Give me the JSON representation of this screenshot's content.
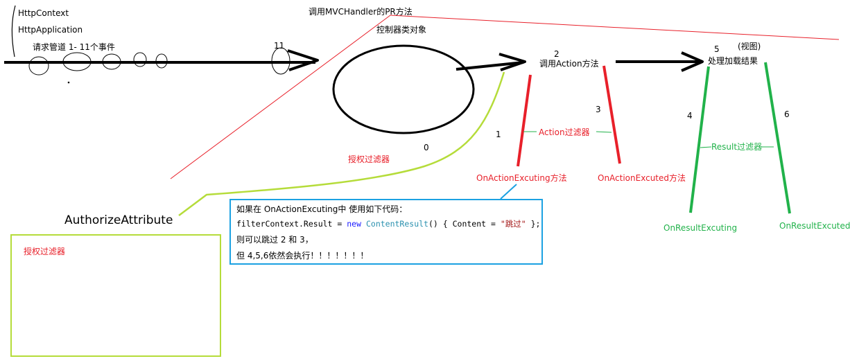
{
  "labels": {
    "http_context": "HttpContext",
    "http_application": "HttpApplication",
    "pipeline": "请求管道 1- 11个事件",
    "eleven": "11",
    "call_pr": "调用MVCHandler的PR方法",
    "controller_obj": "控制器类对象",
    "step2": "2",
    "call_action": "调用Action方法",
    "step5": "5",
    "view": "(视图)",
    "process_result": "处理加载结果",
    "step3": "3",
    "step1": "1",
    "action_filter": "Action过滤器",
    "step4": "4",
    "step6": "6",
    "result_filter": "Result过滤器",
    "step0": "0",
    "auth_filter": "授权过滤器",
    "on_action_executing": "OnActionExcuting方法",
    "on_action_executed": "OnActionExcuted方法",
    "on_result_executing": "OnResultExcuting",
    "on_result_executed": "OnResultExcuted",
    "authorize_attribute": "AuthorizeAttribute",
    "auth_box_label": "授权过滤器"
  },
  "code_box": {
    "line1": "如果在 OnActionExcuting中 使用如下代码：",
    "line2_a": "filterContext.Result = ",
    "line2_kw": "new",
    "line2_sp": " ",
    "line2_type": "ContentResult",
    "line2_b": "() { Content = ",
    "line2_str": "\"跳过\"",
    "line2_c": " };",
    "line3": "则可以跳过 2 和 3，",
    "line4": "但 4,5,6依然会执行！！！！！！！"
  },
  "colors": {
    "red": "#e8202a",
    "green": "#21b24a",
    "lime": "#b5dc3a",
    "blue": "#1ba1e2",
    "black": "#000000"
  }
}
